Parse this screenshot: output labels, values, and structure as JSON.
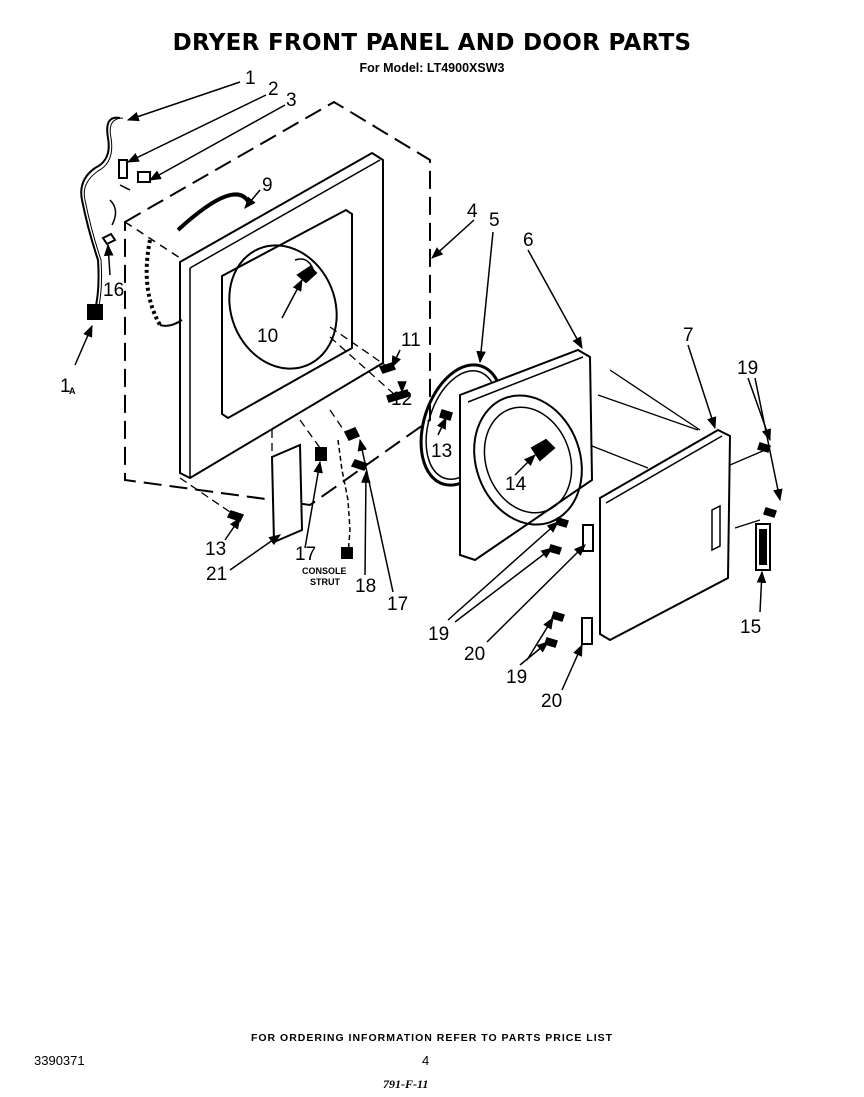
{
  "title": "DRYER FRONT PANEL AND DOOR PARTS",
  "subtitle": "For Model: LT4900XSW3",
  "footer_note": "FOR ORDERING INFORMATION REFER TO PARTS PRICE LIST",
  "doc_number": "3390371",
  "page_number": "4",
  "signature": "791-F-11",
  "callouts": {
    "c1": "1",
    "c1a": "1",
    "c1a_sub": "A",
    "c2": "2",
    "c3": "3",
    "c4": "4",
    "c5": "5",
    "c6": "6",
    "c7": "7",
    "c9": "9",
    "c10": "10",
    "c11": "11",
    "c12": "12",
    "c13a": "13",
    "c13b": "13",
    "c14": "14",
    "c15": "15",
    "c16": "16",
    "c17a": "17",
    "c17b": "17",
    "c18": "18",
    "c19a": "19",
    "c19b": "19",
    "c19c": "19",
    "c20a": "20",
    "c20b": "20",
    "c21": "21"
  },
  "console_strut": {
    "line1": "CONSOLE",
    "line2": "STRUT"
  }
}
